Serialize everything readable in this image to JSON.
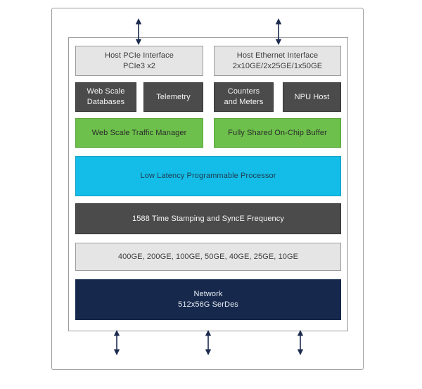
{
  "colors": {
    "arrow_navy": "#1c2b4e",
    "box_light_gray": "#e5e5e5",
    "box_dark_gray": "#4b4b4b",
    "box_green": "#6cc04b",
    "box_cyan": "#14bde8",
    "box_navy": "#16294d",
    "frame_border_gray": "#9a9a9a"
  },
  "boxes": {
    "host_pcie_interface": {
      "line1": "Host PCIe Interface",
      "line2": "PCIe3 x2"
    },
    "host_ethernet_interface": {
      "line1": "Host Ethernet Interface",
      "line2": "2x10GE/2x25GE/1x50GE"
    },
    "web_scale_databases": {
      "line1": "Web Scale",
      "line2": "Databases"
    },
    "telemetry": {
      "label": "Telemetry"
    },
    "counters_and_meters": {
      "line1": "Counters",
      "line2": "and Meters"
    },
    "npu_host": {
      "label": "NPU Host"
    },
    "web_scale_traffic_manager": {
      "label": "Web Scale Traffic Manager"
    },
    "fully_shared_on_chip_buffer": {
      "label": "Fully Shared On-Chip Buffer"
    },
    "low_latency_programmable_processor": {
      "label": "Low Latency Programmable Processor"
    },
    "time_stamping": {
      "label": "1588 Time Stamping and SyncE Frequency"
    },
    "port_speeds": {
      "label": "400GE, 200GE, 100GE, 50GE, 40GE, 25GE, 10GE"
    },
    "network_serdes": {
      "line1": "Network",
      "line2": "512x56G SerDes"
    }
  }
}
